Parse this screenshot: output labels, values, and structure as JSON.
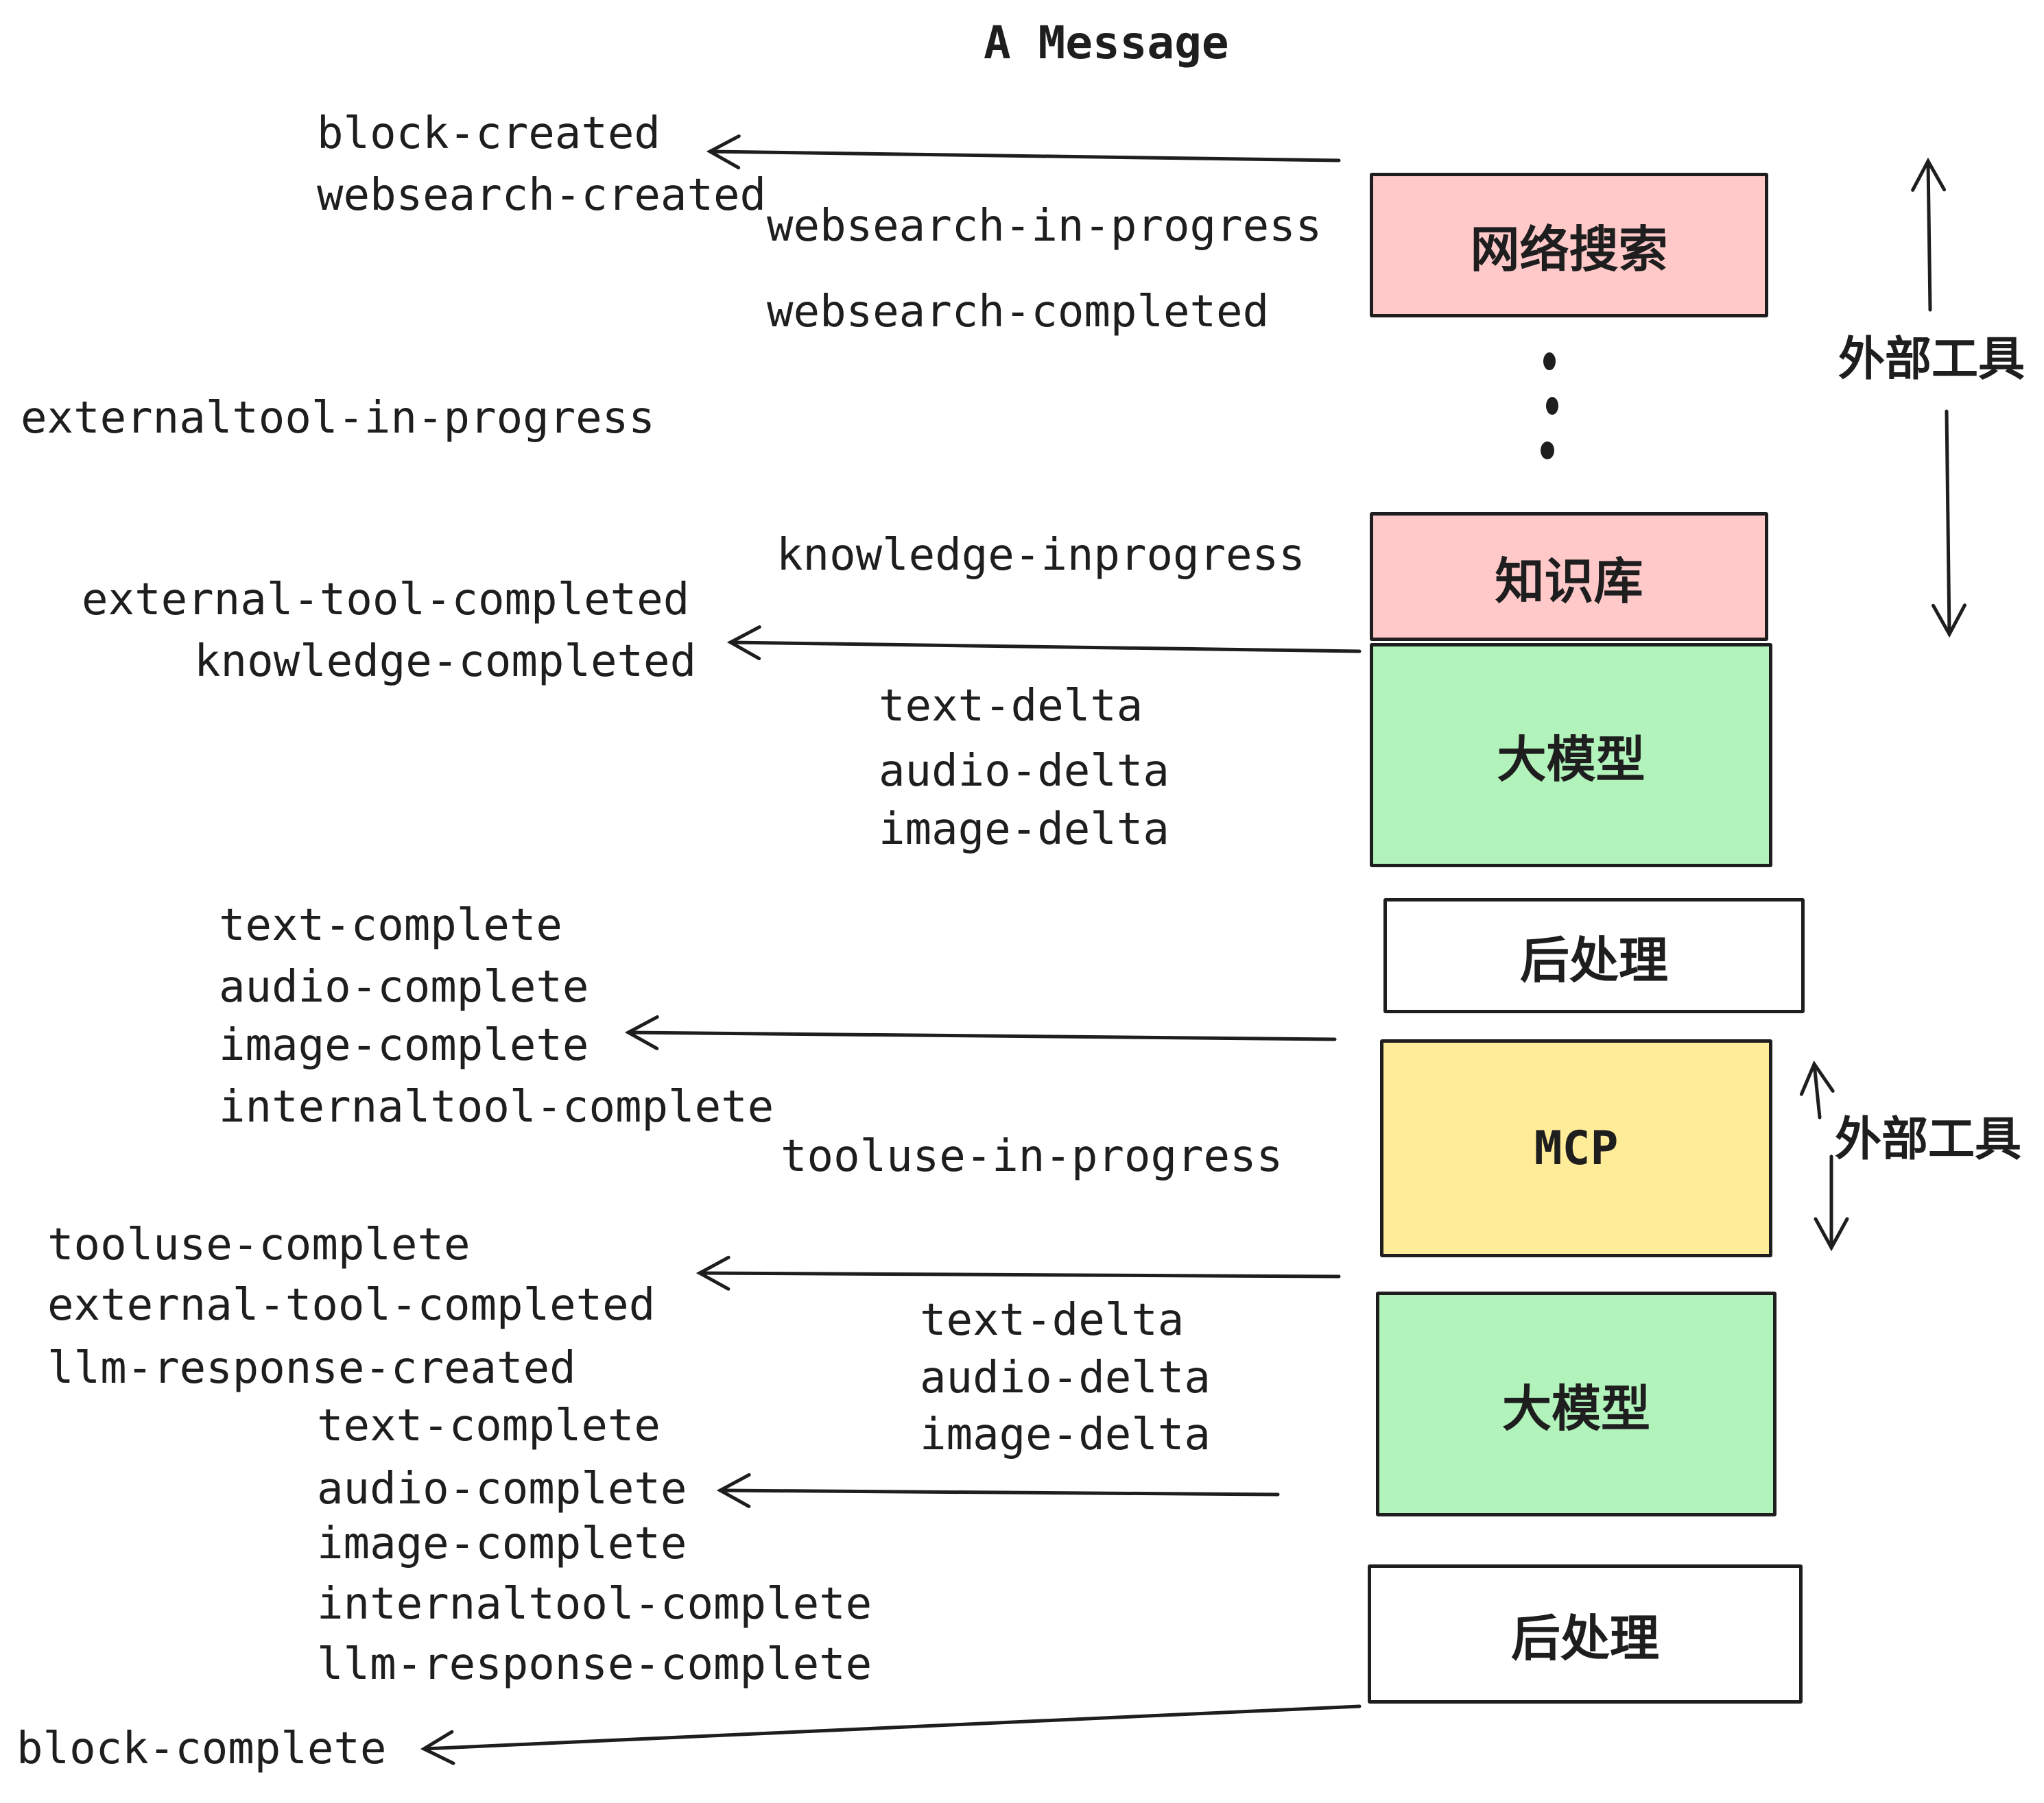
{
  "title": "A Message",
  "boxes": {
    "websearch": {
      "label": "网络搜索",
      "fill": "#FFC9C9"
    },
    "knowledge": {
      "label": "知识库",
      "fill": "#FFC9C9"
    },
    "llm1": {
      "label": "大模型",
      "fill": "#B2F2BB"
    },
    "post1": {
      "label": "后处理",
      "fill": "#FFFFFF"
    },
    "mcp": {
      "label": "MCP",
      "fill": "#FFEC99"
    },
    "llm2": {
      "label": "大模型",
      "fill": "#B2F2BB"
    },
    "post2": {
      "label": "后处理",
      "fill": "#FFFFFF"
    }
  },
  "events": {
    "block_created": "block-created",
    "websearch_created": "websearch-created",
    "websearch_in_progress": "websearch-in-progress",
    "websearch_completed": "websearch-completed",
    "externaltool_in_progress": "externaltool-in-progress",
    "knowledge_inprogress": "knowledge-inprogress",
    "external_tool_completed_1": "external-tool-completed",
    "knowledge_completed": "knowledge-completed",
    "text_delta_1": "text-delta",
    "audio_delta_1": "audio-delta",
    "image_delta_1": "image-delta",
    "text_complete_1": "text-complete",
    "audio_complete_1": "audio-complete",
    "image_complete_1": "image-complete",
    "internaltool_complete_1": "internaltool-complete",
    "tooluse_in_progress": "tooluse-in-progress",
    "tooluse_complete": "tooluse-complete",
    "external_tool_completed_2": "external-tool-completed",
    "llm_response_created": "llm-response-created",
    "text_delta_2": "text-delta",
    "audio_delta_2": "audio-delta",
    "image_delta_2": "image-delta",
    "text_complete_2": "text-complete",
    "audio_complete_2": "audio-complete",
    "image_complete_2": "image-complete",
    "internaltool_complete_2": "internaltool-complete",
    "llm_response_complete": "llm-response-complete",
    "block_complete": "block-complete"
  },
  "side_labels": {
    "external_tools_top": "外部工具",
    "external_tools_mid": "外部工具"
  },
  "colors": {
    "ink": "#1e1e1e",
    "pink": "#FFC9C9",
    "green": "#B2F2BB",
    "yellow": "#FFEC99",
    "white": "#FFFFFF",
    "background": "#FFFFFF"
  }
}
